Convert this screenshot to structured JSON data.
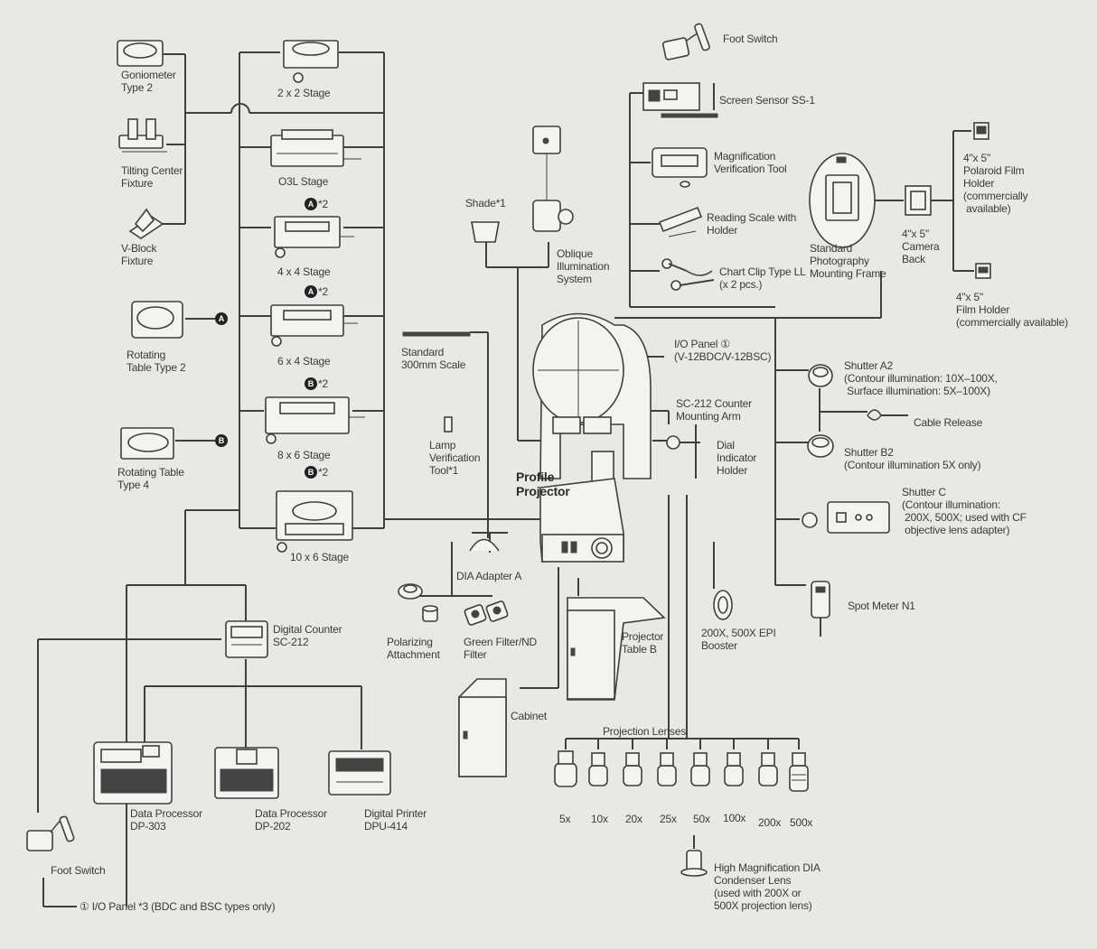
{
  "labels": {
    "goniometer": "Goniometer\nType 2",
    "tilting_center": "Tilting Center\nFixture",
    "v_block": "V-Block\nFixture",
    "rotating_table_2": "Rotating\nTable Type 2",
    "rotating_table_4": "Rotating Table\nType 4",
    "stage_2x2": "2 x 2 Stage",
    "stage_o3l": "O3L Stage",
    "stage_4x4": "4 x 4 Stage",
    "stage_6x4": "6 x 4 Stage",
    "stage_8x6": "8 x 6 Stage",
    "stage_10x6": "10 x 6 Stage",
    "note_a2_1": "*2",
    "note_a2_2": "*2",
    "note_b2_1": "*2",
    "note_b2_2": "*2",
    "shade": "Shade*1",
    "oblique": "Oblique\nIllumination\nSystem",
    "std_scale": "Standard\n300mm Scale",
    "lamp_tool": "Lamp\nVerification\nTool*1",
    "profile_projector": "Profile\nProjector",
    "dia_adapter": "DIA Adapter A",
    "polarizing": "Polarizing\nAttachment",
    "green_filter": "Green Filter/ND\nFilter",
    "foot_switch_top": "Foot Switch",
    "screen_sensor": "Screen Sensor SS-1",
    "mag_tool": "Magnification\nVerification Tool",
    "reading_scale": "Reading Scale with\nHolder",
    "chart_clip": "Chart Clip Type LL\n(x 2 pcs.)",
    "io_panel_top": "I/O Panel ①\n(V-12BDC/V-12BSC)",
    "sc212_arm": "SC-212 Counter\nMounting Arm",
    "dial_holder": "Dial\nIndicator\nHolder",
    "std_photo": "Standard\nPhotography\nMounting Frame",
    "camera_back": "4\"x 5\"\nCamera\nBack",
    "polaroid": "4\"x 5\"\nPolaroid Film\nHolder\n(commercially\n available)",
    "film_holder": "4\"x 5\"\nFilm Holder\n(commercially available)",
    "shutter_a2": "Shutter A2\n(Contour illumination: 10X–100X,\n Surface illumination: 5X–100X)",
    "cable_release": "Cable Release",
    "shutter_b2": "Shutter B2\n(Contour illumination 5X only)",
    "shutter_c": "Shutter C\n(Contour illumination:\n 200X, 500X; used with CF\n objective lens adapter)",
    "spot_meter": "Spot Meter N1",
    "epi_booster": "200X, 500X EPI\nBooster",
    "projector_table": "Projector\nTable B",
    "cabinet": "Cabinet",
    "proj_lenses": "Projection Lenses",
    "hm_condenser": "High Magnification DIA\nCondenser Lens\n(used with 200X or\n500X projection lens)",
    "digital_counter": "Digital Counter\nSC-212",
    "dp303": "Data Processor\nDP-303",
    "dp202": "Data Processor\nDP-202",
    "dpu414": "Digital Printer\nDPU-414",
    "foot_switch_bottom": "Foot Switch",
    "io_panel_bottom": "① I/O Panel *3  (BDC and BSC types only)"
  },
  "markers": {
    "a": "A",
    "b": "B"
  },
  "lenses": [
    "5x",
    "10x",
    "20x",
    "25x",
    "50x",
    "100x",
    "200x",
    "500x"
  ],
  "colors": {
    "line": "#3f3f3f",
    "background": "#e9e8e5",
    "marker": "#222222"
  }
}
